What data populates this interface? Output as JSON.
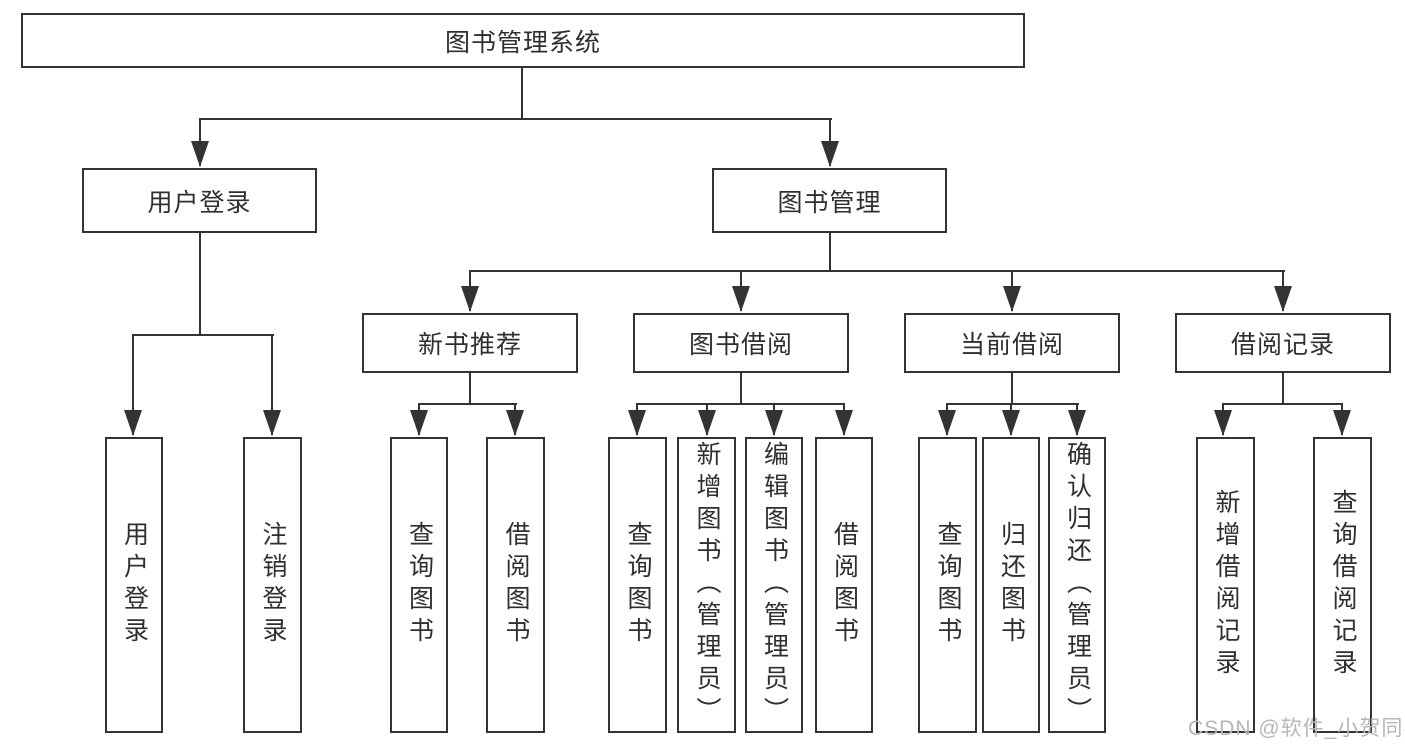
{
  "tree": {
    "root": "图书管理系统",
    "user_login": {
      "label": "用户登录",
      "leaves": [
        "用户登录",
        "注销登录"
      ]
    },
    "book_mgmt": {
      "label": "图书管理",
      "groups": {
        "new_books": {
          "label": "新书推荐",
          "leaves": [
            "查询图书",
            "借阅图书"
          ]
        },
        "borrowing": {
          "label": "图书借阅",
          "leaves": [
            "查询图书",
            "新增图书（管理员）",
            "编辑图书（管理员）",
            "借阅图书"
          ]
        },
        "current": {
          "label": "当前借阅",
          "leaves": [
            "查询图书",
            "归还图书",
            "确认归还（管理员）"
          ]
        },
        "records": {
          "label": "借阅记录",
          "leaves": [
            "新增借阅记录",
            "查询借阅记录"
          ]
        }
      }
    }
  },
  "watermark": "CSDN @软件_小贺同学",
  "colors": {
    "line": "#333333",
    "text": "#2f2f2f",
    "box_background": "#ffffff",
    "watermark": "#b3b7ba"
  }
}
